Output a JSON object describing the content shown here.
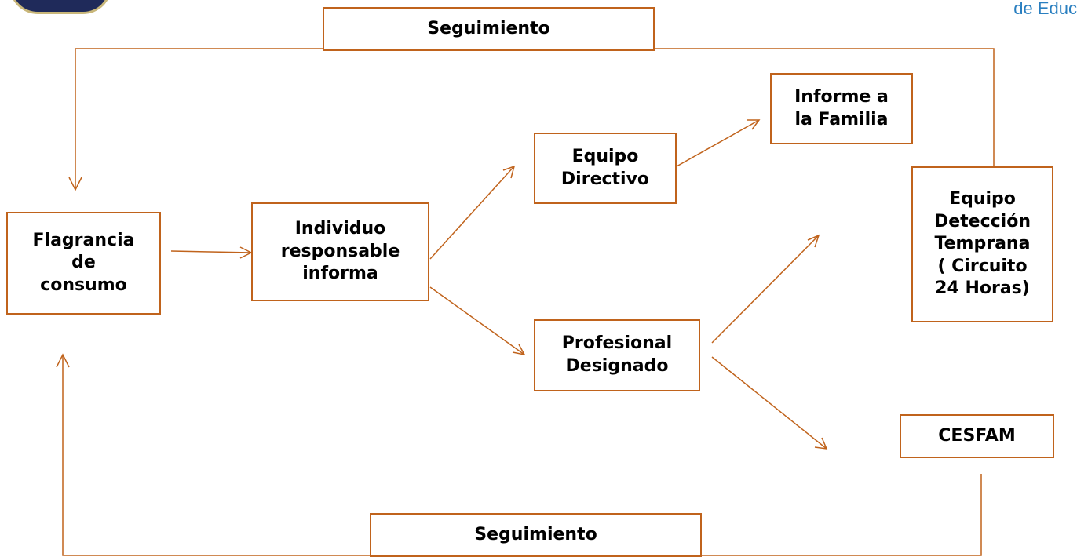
{
  "header": {
    "corner_text": "de Educ"
  },
  "diagram": {
    "boxes": {
      "seguimiento_top": "Seguimiento",
      "flagrancia": "Flagrancia\nde\nconsumo",
      "individuo": "Individuo\nresponsable\ninforma",
      "equipo_directivo": "Equipo\nDirectivo",
      "informe_familia": "Informe a\nla Familia",
      "profesional": "Profesional\nDesignado",
      "equipo_deteccion": "Equipo\nDetección\nTemprana\n( Circuito\n24 Horas)",
      "cesfam": "CESFAM",
      "seguimiento_bottom": "Seguimiento"
    },
    "colors": {
      "line": "#c0631c",
      "border": "#c0631c",
      "logo": "#1f2a5a",
      "corner_text": "#2a7fc0"
    }
  }
}
